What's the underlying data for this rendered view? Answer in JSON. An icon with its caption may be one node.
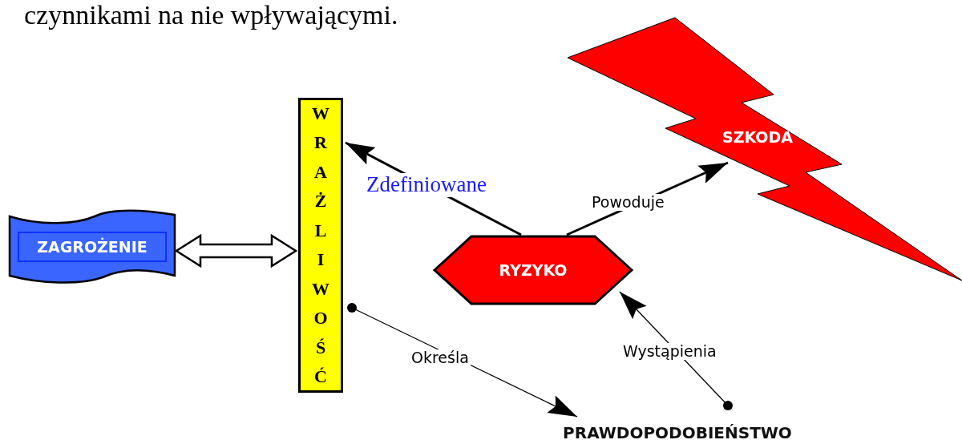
{
  "diagram": {
    "nodes": [
      {
        "text": [
          "ZAGROŻENIE"
        ]
      },
      {
        "text": [
          "WRAŻLIWOŚĆ"
        ]
      },
      {
        "text": [
          "RYZYKO"
        ]
      },
      {
        "text": [
          "SZKODA"
        ]
      },
      {
        "text": [
          "PRAWDOPODOBIEŃSTWO"
        ]
      }
    ],
    "edges": [
      {
        "from": 0,
        "to": 1,
        "arrow": "both",
        "style": "thick"
      },
      {
        "from": 2,
        "to": 1,
        "arrow": "to",
        "label": "Zdefiniowane"
      },
      {
        "from": 2,
        "to": 3,
        "arrow": "to",
        "label": "Powoduje"
      },
      {
        "from": 1,
        "to": 4,
        "arrow": "to",
        "label": "Określa"
      },
      {
        "from": 4,
        "to": 2,
        "arrow": "to",
        "label": "Wystąpienia"
      }
    ],
    "labels": [
      "czynnikami na nie wpływającymi."
    ]
  }
}
